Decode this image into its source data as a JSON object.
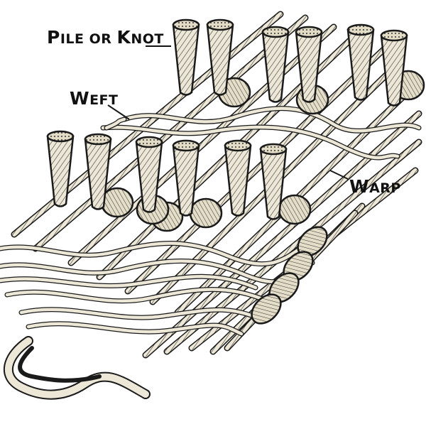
{
  "labels": {
    "pile_or_knot": {
      "first": "P",
      "rest1": "ILE OR ",
      "second": "K",
      "rest2": "NOT"
    },
    "weft": {
      "first": "W",
      "rest": "EFT"
    },
    "warp": {
      "first": "W",
      "rest": "ARP"
    }
  },
  "colors": {
    "ink": "#1a1a1a",
    "fiber": "#e9e4d3",
    "fiber_dark": "#d8d1bb",
    "background": "#ffffff"
  }
}
